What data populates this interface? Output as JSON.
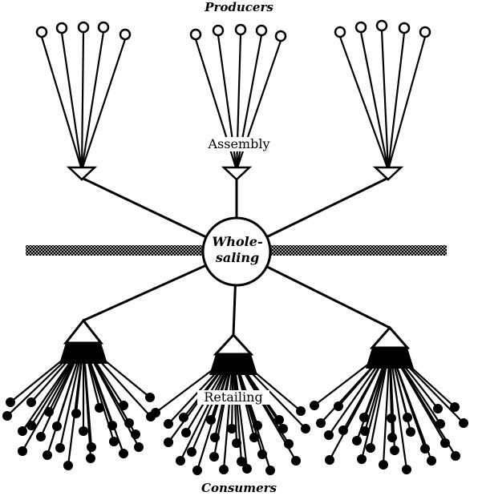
{
  "labels": {
    "producers": "Producers",
    "assembly": "Assembly",
    "wholesaling_line1": "Whole-",
    "wholesaling_line2": "saling",
    "retailing": "Retailing",
    "consumers": "Consumers"
  },
  "structure": {
    "producer_groups": 3,
    "producers_per_group": 5,
    "assembly_points": 3,
    "retail_outlets": 3,
    "consumers_per_outlet": 26
  },
  "colors": {
    "ink": "#000000",
    "paper": "#ffffff"
  }
}
